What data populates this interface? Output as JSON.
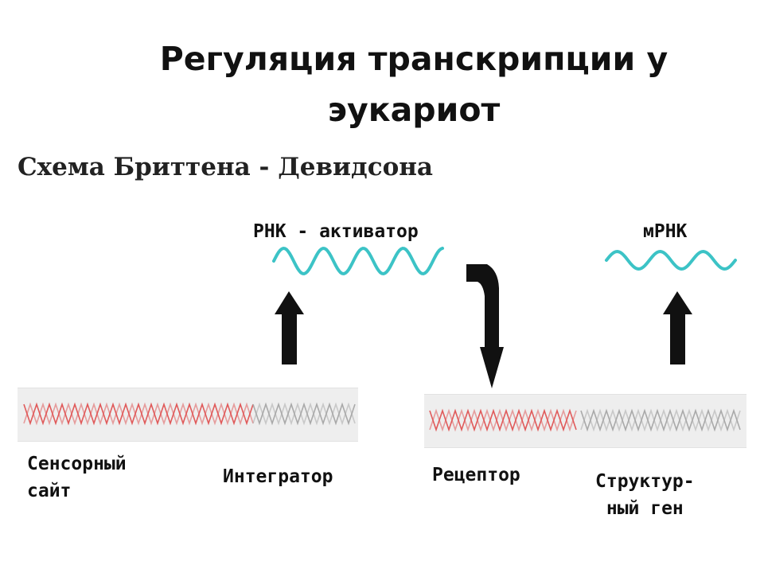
{
  "title": "Регуляция транскрипции у эукариот",
  "subtitle": "Схема Бриттена - Девидсона",
  "labels": {
    "rna_activator": "РНК - активатор",
    "mrna": "мРНК",
    "sensor_site_1": "Сенсорный",
    "sensor_site_2": "сайт",
    "integrator": "Интегратор",
    "receptor": "Рецептор",
    "structural_gene_1": "Структур-",
    "structural_gene_2": "ный ген"
  },
  "colors": {
    "rna": "#3cc3c6",
    "dna_active": "#e05a5a",
    "dna_inactive": "#a9a9a9",
    "arrow": "#111111"
  }
}
